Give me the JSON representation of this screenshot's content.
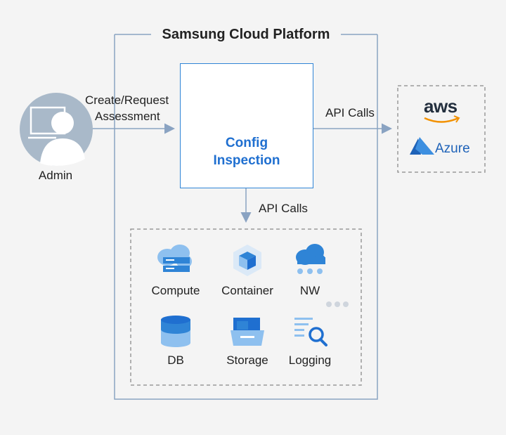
{
  "platform_title": "Samsung Cloud Platform",
  "admin": {
    "label": "Admin"
  },
  "request_label": {
    "line1": "Create/Request",
    "line2": "Assessment"
  },
  "config": {
    "line1": "Config",
    "line2": "Inspection"
  },
  "api_calls_right": "API Calls",
  "api_calls_down": "API Calls",
  "external_clouds": {
    "aws": "aws",
    "azure": "Azure"
  },
  "services": [
    "Compute",
    "Container",
    "NW",
    "DB",
    "Storage",
    "Logging"
  ],
  "colors": {
    "accent": "#1f6fd0",
    "line": "#8aa3c2",
    "icon_blue": "#2f84d6",
    "light_blue": "#8ec0ef",
    "aws_orange": "#f29100",
    "azure_blue": "#1e62b8",
    "admin_circle": "#a9b9c9"
  }
}
